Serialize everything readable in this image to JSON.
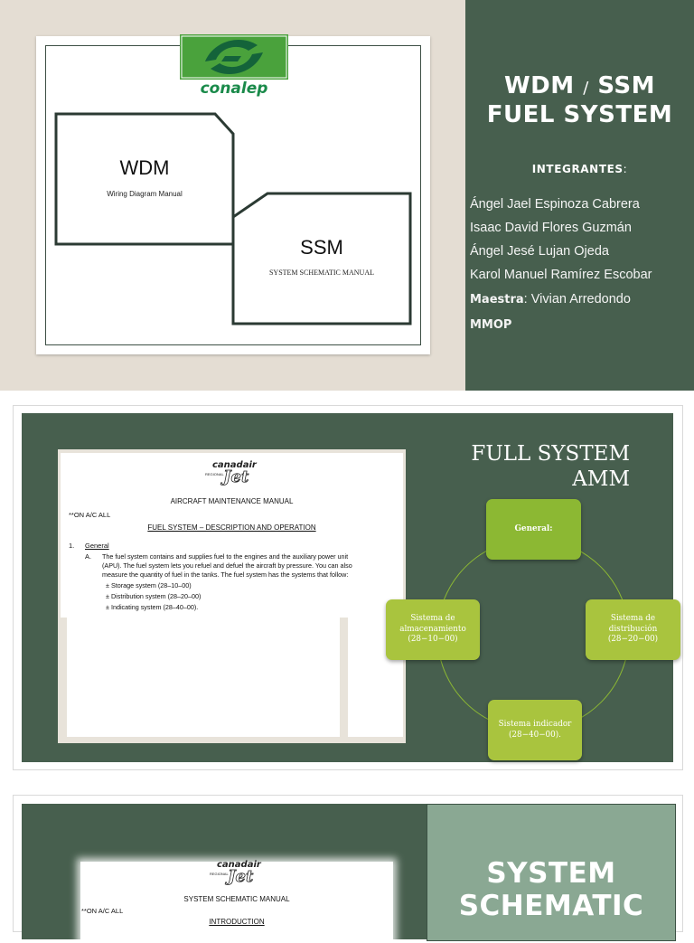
{
  "slide1": {
    "logo_text": "conalep",
    "wdm_box": {
      "title": "WDM",
      "subtitle": "Wiring Diagram Manual"
    },
    "ssm_box": {
      "title": "SSM",
      "subtitle": "SYSTEM SCHEMATIC MANUAL"
    },
    "title_line1_a": "WDM",
    "title_line1_sep": "/",
    "title_line1_b": "SSM",
    "title_line2": "FUEL SYSTEM",
    "integrantes_label": "INTEGRANTES",
    "integrantes_colon": ":",
    "members": [
      "Ángel Jael Espinoza Cabrera",
      "Isaac David Flores Guzmán",
      "Ángel Jesé Lujan Ojeda",
      "Karol Manuel Ramírez Escobar"
    ],
    "teacher_label": "Maestra",
    "teacher_name": ": Vivian Arredondo",
    "group": "MMOP",
    "colors": {
      "panel": "#475f4e",
      "logo_green": "#4aa23c",
      "logo_text": "#1a8a4a"
    }
  },
  "slide2": {
    "title_line1": "FULL SYSTEM",
    "title_line2": "AMM",
    "document": {
      "brand": "canadair",
      "brand_sub": "REGIONAL",
      "brand_script": "Jet",
      "header": "AIRCRAFT MAINTENANCE MANUAL",
      "applicability": "**ON A/C ALL",
      "section_title": "FUEL SYSTEM – DESCRIPTION AND OPERATION",
      "item_number": "1.",
      "item_heading": "General",
      "sub_letter": "A.",
      "paragraph": [
        "The fuel system contains and supplies fuel to the engines and the auxiliary power unit",
        "(APU). The fuel system lets you refuel and defuel the aircraft by pressure. You can also",
        "measure the quantity of fuel in the tanks. The fuel system has the systems that follow:"
      ],
      "bullets": [
        "Storage system (28–10–00)",
        "Distribution system (28–20–00)",
        "Indicating system (28–40–00)."
      ]
    },
    "cycle": {
      "top": "General:",
      "right": "Sistema de distribución (28−20−00)",
      "bottom": "Sistema indicador (28−40−00).",
      "left": "Sistema de almacenamiento (28−10−00)"
    },
    "colors": {
      "background": "#475f4e",
      "node": "#8cb833"
    }
  },
  "slide3": {
    "title_line1": "SYSTEM",
    "title_line2": "SCHEMATIC",
    "document": {
      "brand": "canadair",
      "brand_sub": "REGIONAL",
      "brand_script": "Jet",
      "header": "SYSTEM SCHEMATIC MANUAL",
      "applicability": "**ON A/C ALL",
      "section_title": "INTRODUCTION"
    },
    "colors": {
      "background": "#475f4e",
      "title_box": "#8aa893"
    }
  }
}
